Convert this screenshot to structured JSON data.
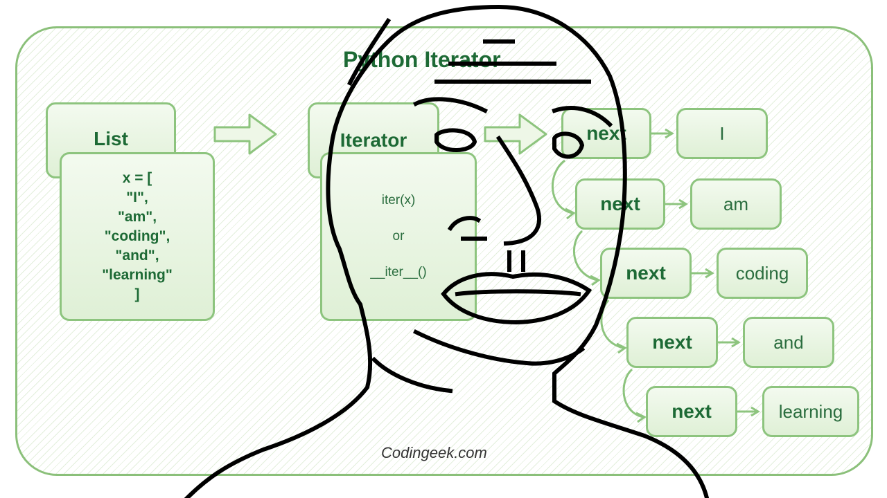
{
  "diagram": {
    "title": "Python Iterator",
    "list_box": {
      "label": "List"
    },
    "list_code": {
      "lines": [
        "x = [",
        "\"I\",",
        "\"am\",",
        "\"coding\",",
        "\"and\",",
        "\"learning\"",
        "]"
      ]
    },
    "iterator_box": {
      "label": "Iterator"
    },
    "iter_methods": {
      "line1": "iter(x)",
      "line2": "or",
      "line3": "__iter__()"
    },
    "next_steps": [
      {
        "call": "next",
        "value": "I"
      },
      {
        "call": "next",
        "value": "am"
      },
      {
        "call": "next",
        "value": "coding"
      },
      {
        "call": "next",
        "value": "and"
      },
      {
        "call": "next",
        "value": "learning"
      }
    ],
    "footer": "Codingeek.com"
  },
  "overlay": {
    "icon": "wojak-face-sketch-icon"
  },
  "colors": {
    "accent_green": "#8dc47e",
    "text_green": "#1d6a35",
    "box_fill": "#e6f3df"
  }
}
